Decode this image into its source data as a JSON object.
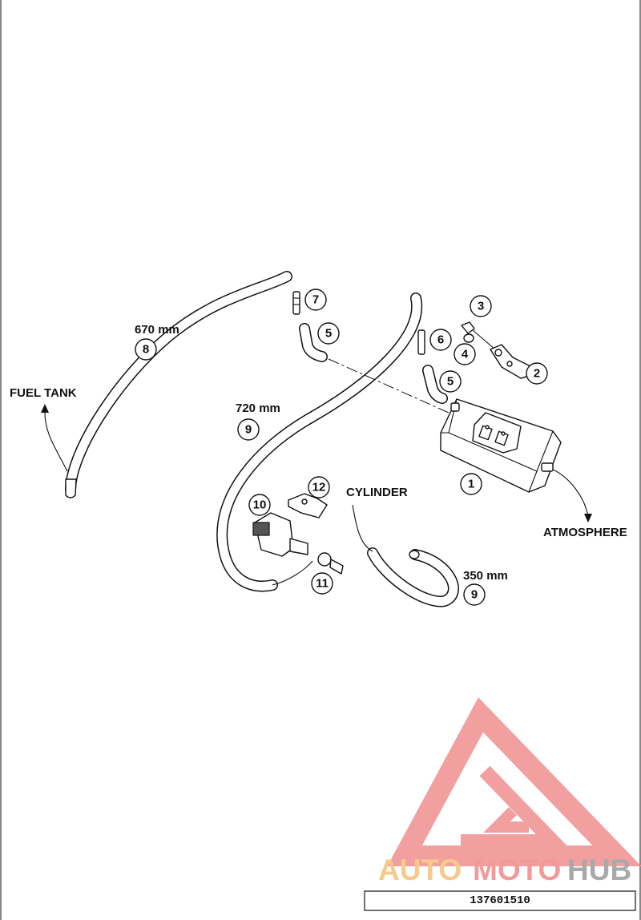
{
  "labels": {
    "fuel_tank": "FUEL TANK",
    "cylinder": "CYLINDER",
    "atmosphere": "ATMOSPHERE"
  },
  "lengths": {
    "hose_8": "670 mm",
    "hose_9_long": "720 mm",
    "hose_9_short": "350 mm"
  },
  "callouts": {
    "c1": "1",
    "c2": "2",
    "c3": "3",
    "c4": "4",
    "c5a": "5",
    "c5b": "5",
    "c6": "6",
    "c7": "7",
    "c8": "8",
    "c9a": "9",
    "c9b": "9",
    "c10": "10",
    "c11": "11",
    "c12": "12"
  },
  "part_number": "137601510",
  "watermark": {
    "auto": "AUTO",
    "moto": "MOTO",
    "hub": "HUB",
    "colors": {
      "auto": "#f7c98c",
      "moto": "#f29a9a",
      "hub": "#a9a9a9",
      "logo": "#f29a9a"
    }
  }
}
